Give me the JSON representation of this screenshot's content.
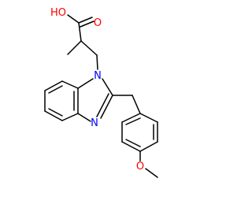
{
  "molecule": {
    "colors": {
      "bond": "#000000",
      "oxygen": "#ff0000",
      "nitrogen": "#0000ff",
      "background": "#ffffff"
    },
    "atoms": [
      {
        "id": "O_hydroxyl",
        "label": "HO",
        "element": "O"
      },
      {
        "id": "O_carbonyl",
        "label": "O",
        "element": "O"
      },
      {
        "id": "N1",
        "label": "N",
        "element": "N"
      },
      {
        "id": "N3",
        "label": "N",
        "element": "N"
      },
      {
        "id": "O_methoxy",
        "label": "O",
        "element": "O"
      }
    ]
  }
}
